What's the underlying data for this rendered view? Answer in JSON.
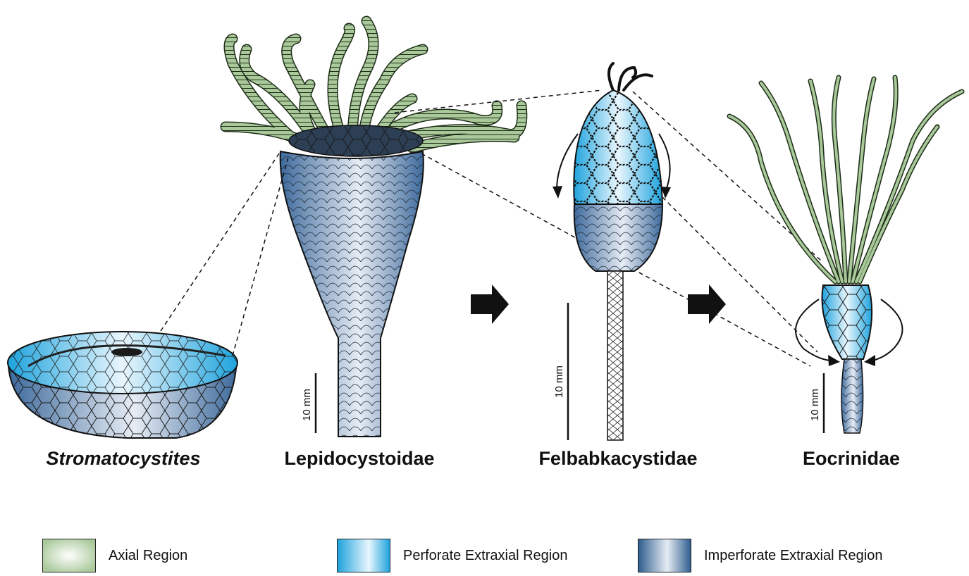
{
  "taxa": [
    {
      "name": "Stromatocystites",
      "italic": true
    },
    {
      "name": "Lepidocystoidae",
      "italic": false
    },
    {
      "name": "Felbabkacystidae",
      "italic": false
    },
    {
      "name": "Eocrinidae",
      "italic": false
    }
  ],
  "scale_bars": [
    "10 mm",
    "10 mm",
    "10 mm"
  ],
  "legend": [
    {
      "label": "Axial Region",
      "color": "#a9c99a"
    },
    {
      "label": "Perforate Extraxial Region",
      "color": "#2aa9e0"
    },
    {
      "label": "Imperforate Extraxial Region",
      "color": "#2f5f8f"
    }
  ]
}
